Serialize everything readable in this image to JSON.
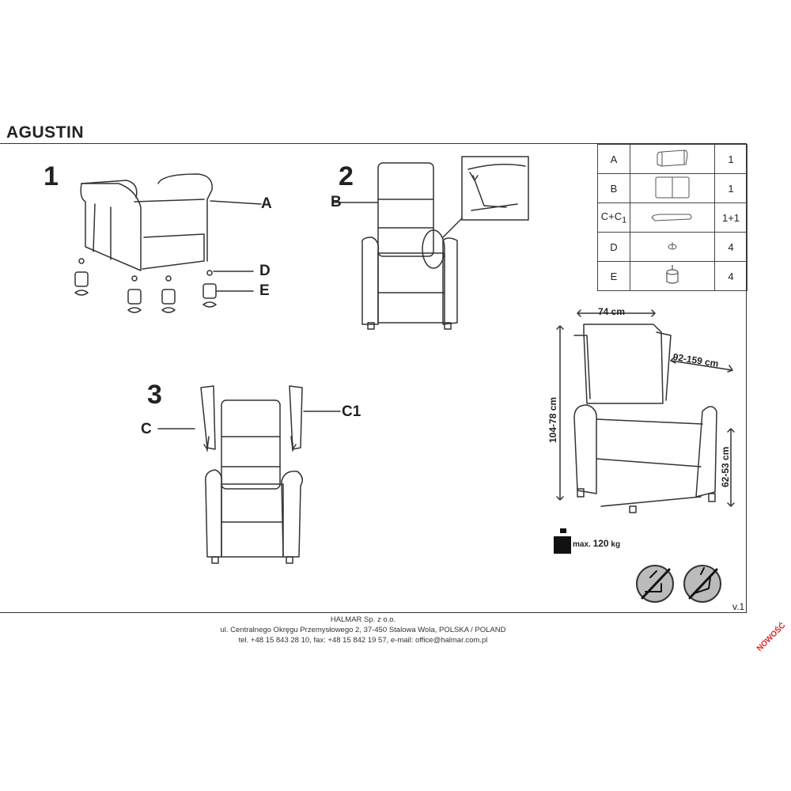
{
  "title": "AGUSTIN",
  "steps": [
    "1",
    "2",
    "3"
  ],
  "labels": {
    "a": "A",
    "b": "B",
    "c": "C",
    "c1": "C1",
    "d": "D",
    "e": "E"
  },
  "parts": [
    {
      "letter": "A",
      "qty": "1",
      "icon": "armchair-icon"
    },
    {
      "letter": "B",
      "qty": "1",
      "icon": "backrest-icon"
    },
    {
      "letter": "C+C",
      "sub": "1",
      "qty": "1+1",
      "icon": "wing-panel-icon"
    },
    {
      "letter": "D",
      "qty": "4",
      "icon": "screw-icon"
    },
    {
      "letter": "E",
      "qty": "4",
      "icon": "leg-icon"
    }
  ],
  "dimensions": {
    "width": "74 cm",
    "depth": "92-159 cm",
    "height": "104-78 cm",
    "seat_height": "62-53 cm"
  },
  "max_load": {
    "prefix": "max.",
    "value": "120",
    "unit": "kg"
  },
  "version": "v.1",
  "footer": {
    "company": "HALMAR Sp. z o.o.",
    "address": "ul. Centralnego Okręgu Przemysłowego 2, 37-450 Stalowa Wola, POLSKA / POLAND",
    "contact": "tel. +48 15 843 28 10, fax: +48 15 842 19 57, e-mail: office@halmar.com.pl"
  },
  "badge": "NOWOŚĆ"
}
